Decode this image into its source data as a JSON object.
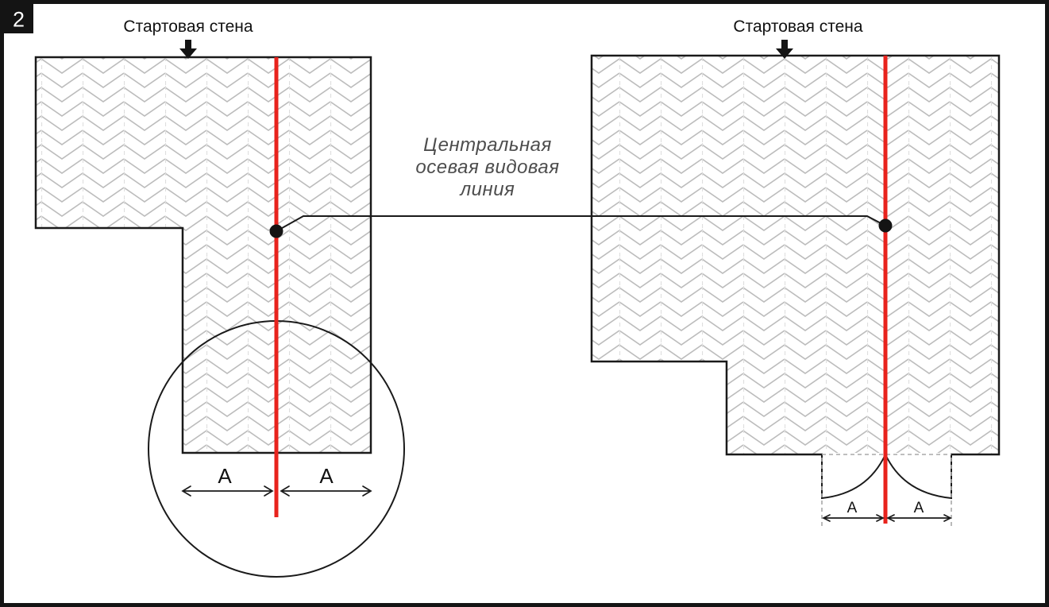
{
  "figure": {
    "number": "2",
    "left_diagram": {
      "start_wall_label": "Стартовая стена",
      "zoom_dim_left": "A",
      "zoom_dim_right": "A"
    },
    "right_diagram": {
      "start_wall_label": "Стартовая стена",
      "dim_left": "A",
      "dim_right": "A"
    },
    "caption": {
      "line1": "Центральная",
      "line2": "осевая видовая",
      "line3": "линия"
    },
    "colors": {
      "axis_red": "#e8231d",
      "outline_black": "#1a1a1a",
      "pattern_gray": "#bcbcbc",
      "guide_gray": "#a8a8a8",
      "caption_gray": "#4d4d4d"
    }
  }
}
